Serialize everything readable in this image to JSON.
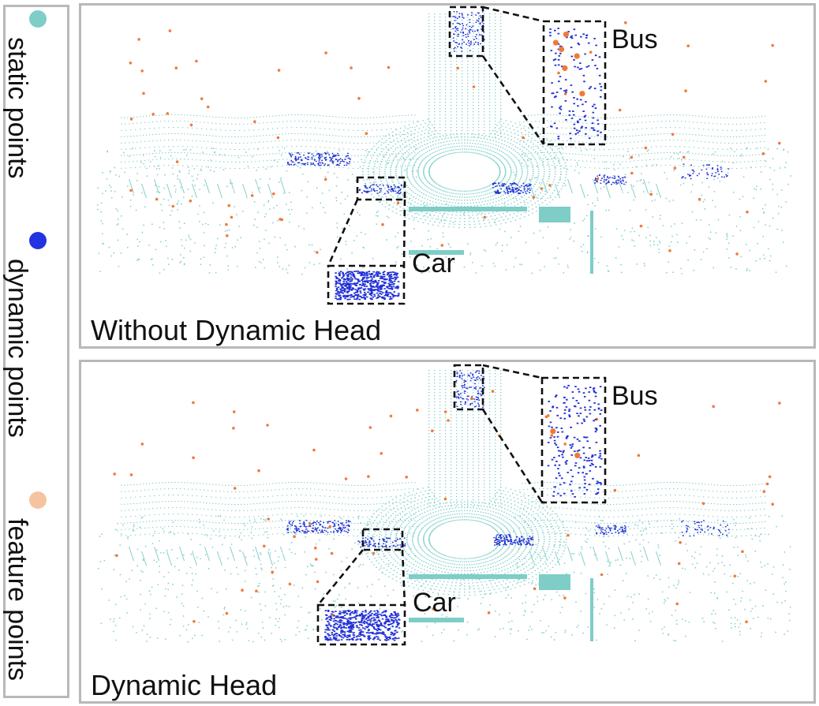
{
  "legend": {
    "items": [
      {
        "label": "static points",
        "color": "#7ecdc7"
      },
      {
        "label": "dynamic points",
        "color": "#2233e0"
      },
      {
        "label": "feature points",
        "color": "#f6c3a0"
      }
    ]
  },
  "panels": [
    {
      "title": "Without Dynamic Head",
      "callouts": {
        "bus": "Bus",
        "car": "Car"
      }
    },
    {
      "title": "Dynamic Head",
      "callouts": {
        "bus": "Bus",
        "car": "Car"
      }
    }
  ],
  "colors": {
    "static": "#7ecdc7",
    "dynamic": "#1f2fd6",
    "feature": "#ee7a3a",
    "border": "#b8b8b8"
  }
}
